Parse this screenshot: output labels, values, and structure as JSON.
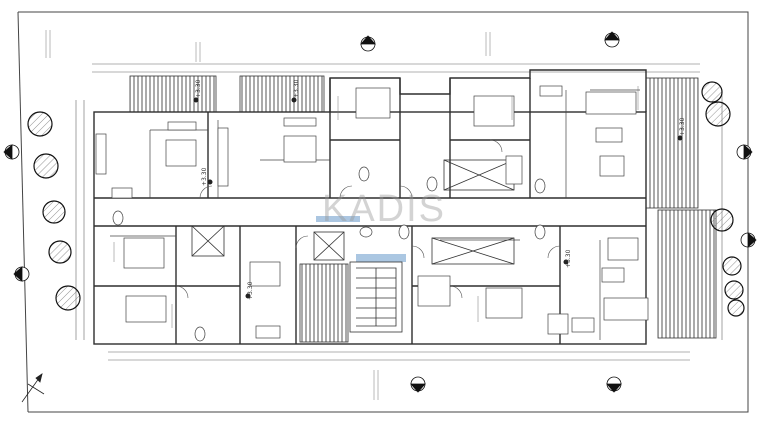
{
  "drawing": {
    "watermark": "KADIS",
    "colors": {
      "line": "#3a3a3a",
      "hatch": "#555555",
      "glass": "#8fb4d8"
    },
    "level_marks": [
      "+3.30",
      "+3.30",
      "+3.30",
      "+3.30",
      "+3.30",
      "+3.30"
    ]
  }
}
